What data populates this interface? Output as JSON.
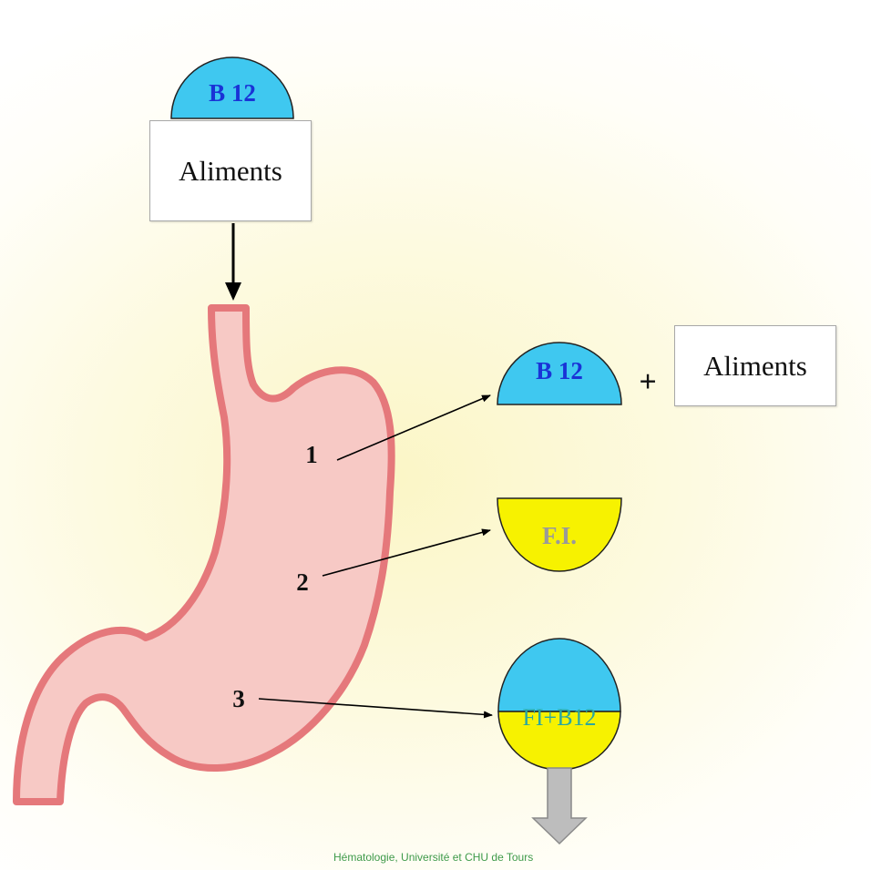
{
  "top": {
    "b12_label": "B 12",
    "food_label": "Aliments"
  },
  "steps": [
    {
      "number": "1",
      "result": "B 12",
      "plus": "+",
      "food": "Aliments"
    },
    {
      "number": "2",
      "result": "F.I."
    },
    {
      "number": "3",
      "result": "FI+B12"
    }
  ],
  "credit": "Hématologie, Université et  CHU de Tours",
  "colors": {
    "b12_cyan": "#3fc8f0",
    "fi_yellow": "#f7f200",
    "stomach_fill": "#f7c9c5",
    "stomach_wall": "#e5787b"
  }
}
